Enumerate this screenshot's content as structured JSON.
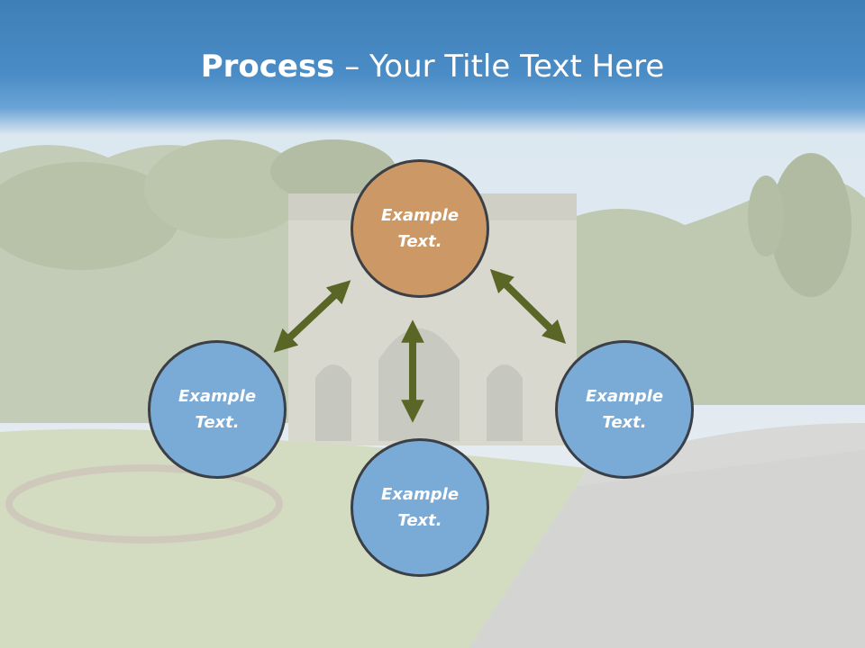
{
  "slide": {
    "title_bold": "Process",
    "title_rest": " – Your Title Text Here"
  },
  "nodes": [
    {
      "label": "Example\nText.",
      "color": "#cc9966"
    },
    {
      "label": "Example\nText.",
      "color": "#7aaad6"
    },
    {
      "label": "Example\nText.",
      "color": "#7aaad6"
    },
    {
      "label": "Example\nText.",
      "color": "#7aaad6"
    }
  ],
  "colors": {
    "header": "#4a8cc6",
    "arrow": "#5a6626",
    "circle_border": "#3b3f46",
    "circle_top": "#cc9966",
    "circle_blue": "#7aaad6"
  },
  "icons": [
    "double-headed-arrow-icon"
  ]
}
